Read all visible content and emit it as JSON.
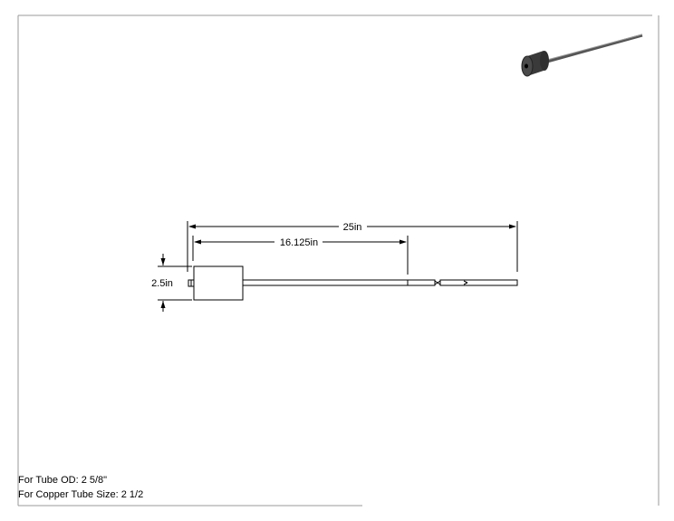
{
  "dimensions": {
    "overall_length": "25in",
    "rod_length": "16.125in",
    "body_diameter": "2.5in"
  },
  "notes": {
    "tube_od": "For Tube OD: 2 5/8\"",
    "copper_tube_size": "For Copper Tube Size: 2 1/2"
  },
  "colors": {
    "line": "#000000",
    "border": "#999999",
    "body_shade": "#3a3a3a"
  },
  "icons": {
    "preview": "isometric-part-preview-icon"
  }
}
